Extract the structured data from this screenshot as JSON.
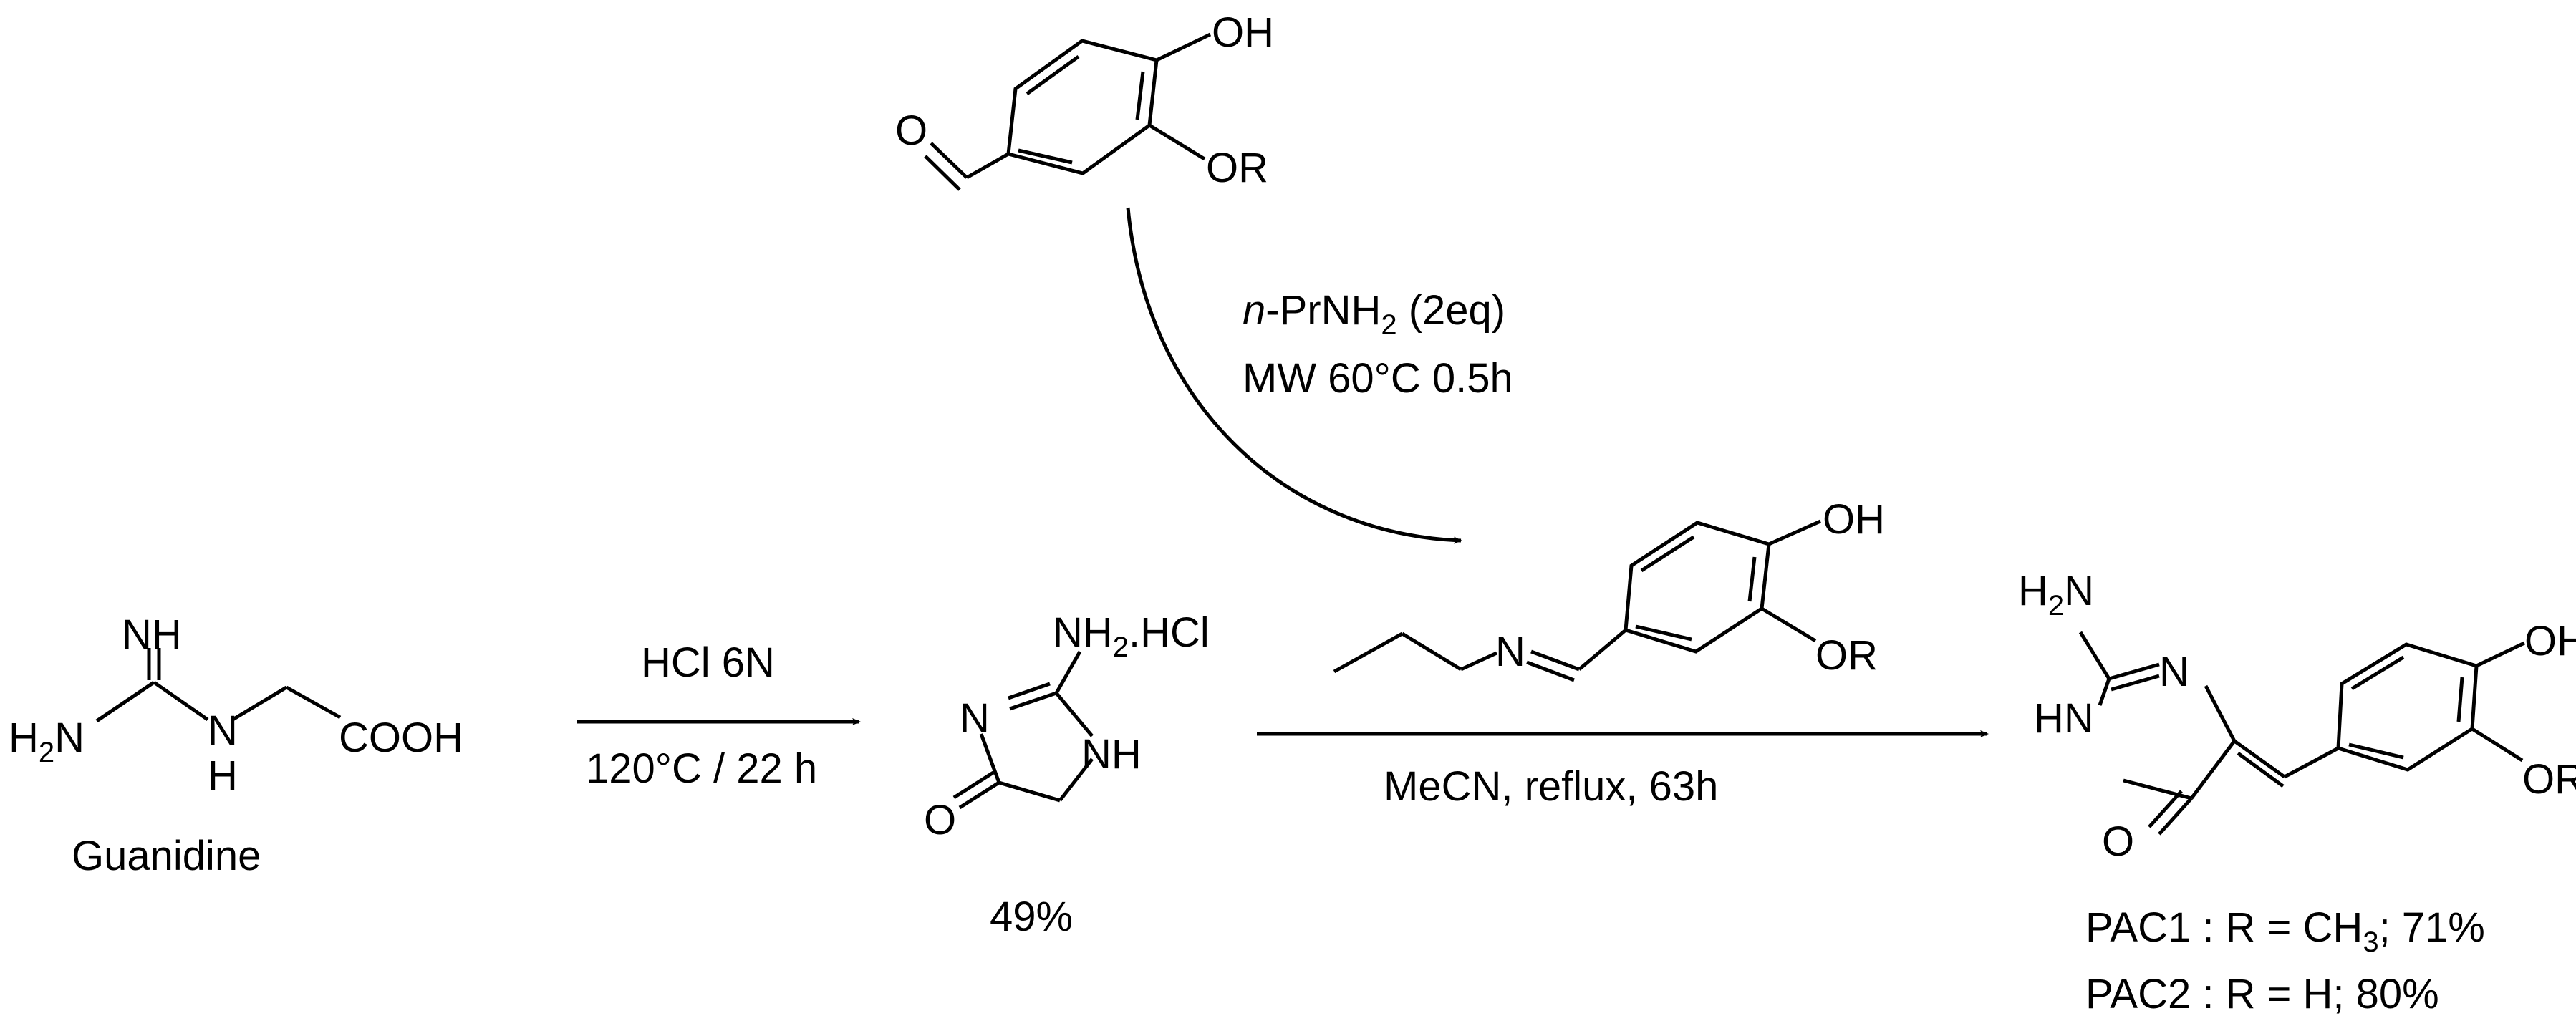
{
  "atoms": {
    "oh": "OH",
    "or": "OR",
    "o": "O",
    "nh": "NH",
    "n": "N",
    "h": "H",
    "hn": "HN",
    "h2n": "H",
    "h2n_tail": "N",
    "h2_sub": "2",
    "cooh": "COOH",
    "nh2": "NH",
    "nh2_tail": ".HCl",
    "nh2_sub": "2"
  },
  "labels": {
    "guanidine": "Guanidine",
    "yield_intermediate": "49%",
    "pac1_prefix": "PAC1 : R = CH",
    "pac1_sub": "3",
    "pac1_suffix": "; 71%",
    "pac2": "PAC2 : R = H; 80%"
  },
  "conditions": {
    "step1_top": "HCl 6N",
    "step1_bottom": "120°C / 22 h",
    "step2_reagent_prefix": "n",
    "step2_reagent_mid": "-PrNH",
    "step2_reagent_sub": "2",
    "step2_reagent_suffix": " (2eq)",
    "step2_line2": "MW 60°C 0.5h",
    "step3_bottom": "MeCN, reflux, 63h"
  }
}
